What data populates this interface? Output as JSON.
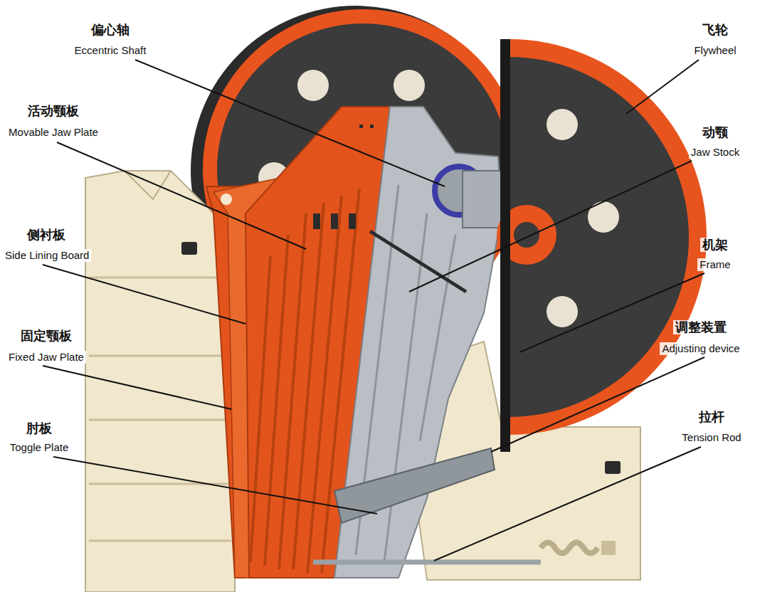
{
  "diagram": {
    "labels": [
      "偏心轴",
      "Eccentric Shaft",
      "飞轮",
      "Flywheel",
      "活动颚板",
      "Movable Jaw Plate",
      "动颚",
      "Jaw Stock",
      "侧衬板",
      "Side Lining Board",
      "机架",
      "Frame",
      "固定颚板",
      "Fixed Jaw Plate",
      "调整装置",
      "Adjusting device",
      "肘板",
      "Toggle Plate",
      "拉杆",
      "Tension Rod"
    ]
  }
}
